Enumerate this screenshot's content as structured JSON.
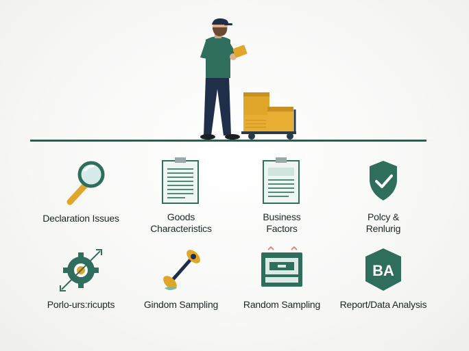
{
  "categories": [
    {
      "id": "declaration",
      "label": "Declaration Issues",
      "icon": "magnifying-glass-icon"
    },
    {
      "id": "goods",
      "label": "Goods\nCharacteristics",
      "icon": "document-icon"
    },
    {
      "id": "business",
      "label": "Business\nFactors",
      "icon": "clipboard-icon"
    },
    {
      "id": "policy",
      "label": "Polcy &\nRenlurig",
      "icon": "shield-check-icon"
    },
    {
      "id": "profile",
      "label": "Porlo-urs:ricupts",
      "icon": "gear-arrows-icon"
    },
    {
      "id": "gindom",
      "label": "Gindom Sampling",
      "icon": "wrench-tool-icon"
    },
    {
      "id": "random",
      "label": "Random Sampling",
      "icon": "cabinet-icon"
    },
    {
      "id": "report",
      "label": "Report/Data Analysis",
      "icon": "ba-badge-icon"
    }
  ],
  "badge_text": "BA",
  "colors": {
    "green": "#2f6e5c",
    "dark_green": "#2a5a4c",
    "mustard": "#e0a52b",
    "navy": "#1f2f4a",
    "floor": "#2f5a4d"
  }
}
